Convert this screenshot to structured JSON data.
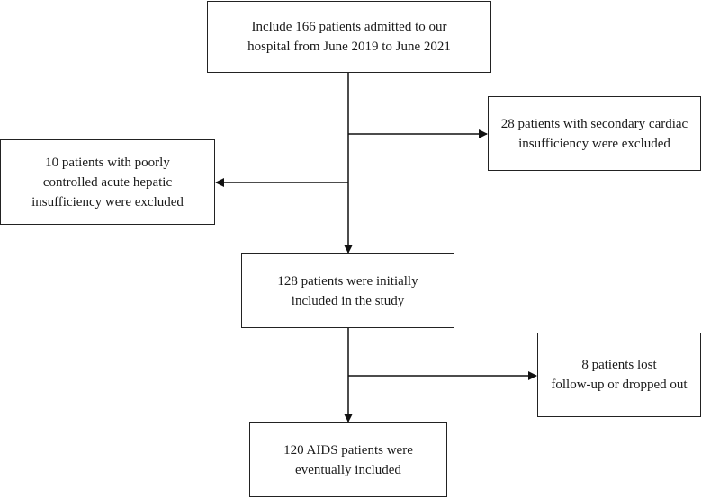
{
  "flowchart": {
    "start": "Include 166 patients admitted to our\nhospital from June 2019 to June 2021",
    "excluded_cardiac": "28 patients with secondary cardiac\ninsufficiency were excluded",
    "excluded_hepatic": "10 patients with poorly\ncontrolled acute hepatic\ninsufficiency were excluded",
    "initial": "128 patients were initially\nincluded in the study",
    "lost": "8 patients lost\nfollow-up or dropped out",
    "final": "120 AIDS patients were\neventually included"
  }
}
